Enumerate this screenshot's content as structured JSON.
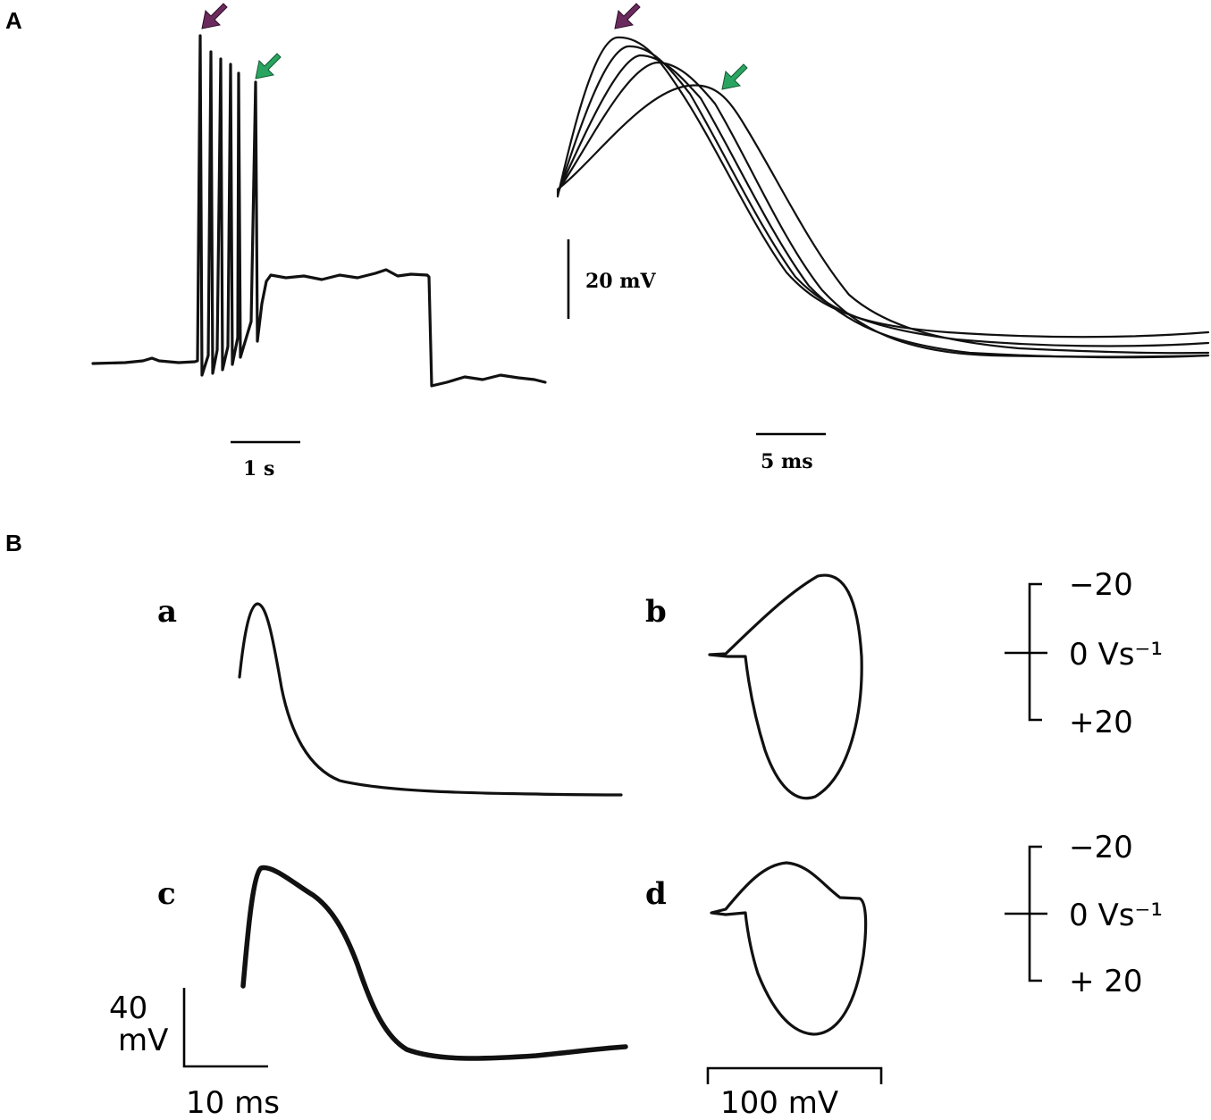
{
  "panels": {
    "A": {
      "label": "A",
      "scalebars": {
        "time_left": "1 s",
        "time_right": "5 ms",
        "voltage": "20 mV"
      },
      "arrows": {
        "first_spike_color": "#6b2a5e",
        "last_spike_color": "#2aa561"
      }
    },
    "B": {
      "label": "B",
      "sublabels": {
        "a": "a",
        "b": "b",
        "c": "c",
        "d": "d"
      },
      "voltage_bar": {
        "value": "40",
        "unit": "mV"
      },
      "time_bar": "10 ms",
      "phase_bar": "100 mV",
      "axis_top": {
        "neg": "−20",
        "zero": "0 Vs⁻¹",
        "pos": "+20"
      },
      "axis_bottom": {
        "neg": "−20",
        "zero": "0 Vs⁻¹",
        "pos": "+ 20"
      }
    }
  }
}
